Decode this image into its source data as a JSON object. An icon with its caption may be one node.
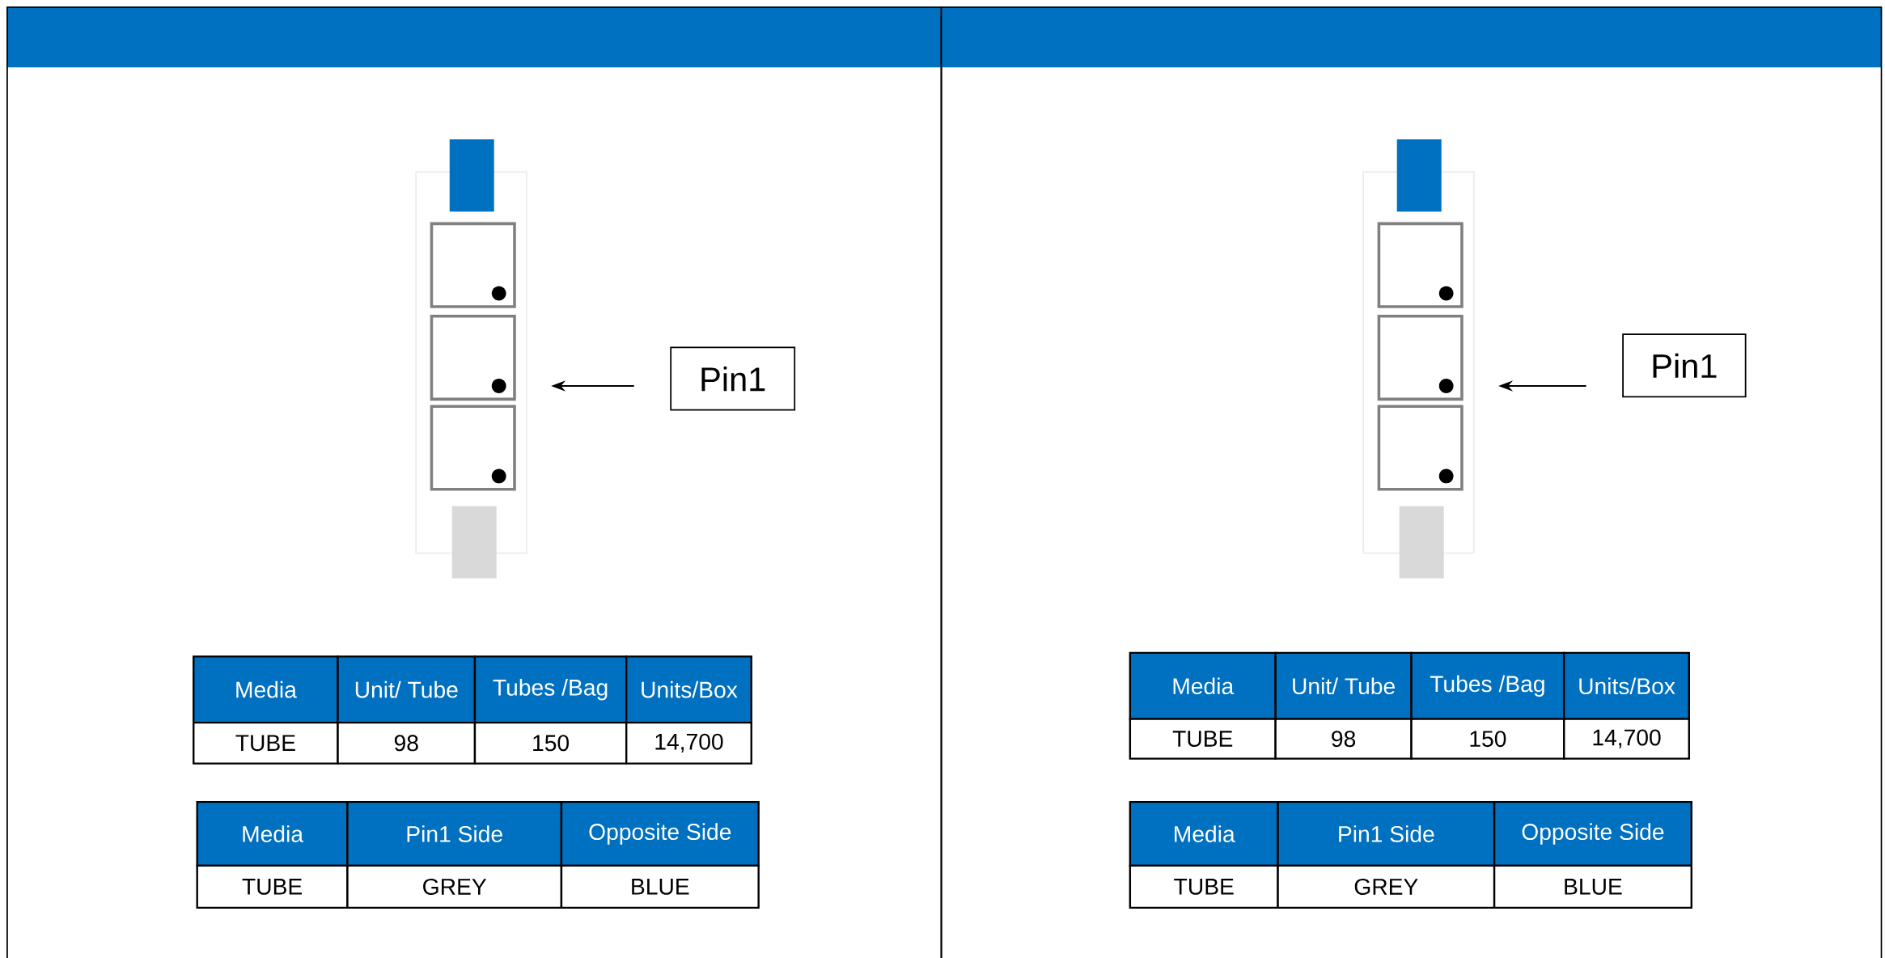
{
  "diagram": {
    "nodes": [
      {
        "text": [],
        "shape": "box"
      },
      {
        "text": [
          "Pin1"
        ]
      },
      {
        "text": [],
        "shape": "box"
      },
      {
        "text": [
          "Pin1"
        ]
      }
    ],
    "edges": [
      {
        "from": 1,
        "to": 0,
        "arrow": "to"
      },
      {
        "from": 3,
        "to": 2,
        "arrow": "to"
      }
    ],
    "labels": [
      "Media",
      "Unit/ Tube",
      "Tubes /Bag",
      "Units/Box",
      "TUBE",
      "98",
      "150",
      "14,700",
      "Media",
      "Pin1 Side",
      "Opposite Side",
      "TUBE",
      "GREY",
      "BLUE",
      "Media",
      "Unit/ Tube",
      "Tubes /Bag",
      "Units/Box",
      "TUBE",
      "98",
      "150",
      "14,700",
      "Media",
      "Pin1 Side",
      "Opposite Side",
      "TUBE",
      "GREY",
      "BLUE"
    ]
  }
}
